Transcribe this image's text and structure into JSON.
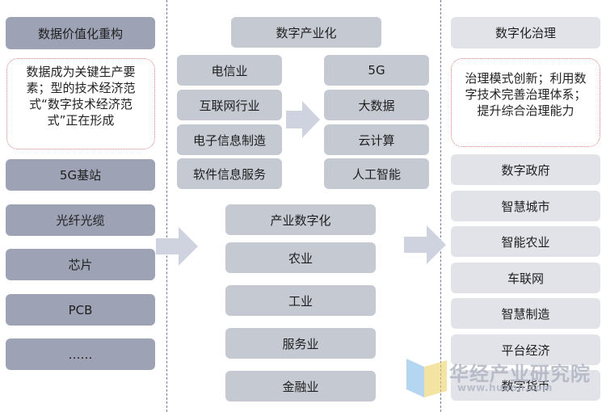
{
  "columns": {
    "left": {
      "title": "数据价值化重构",
      "note": "数据成为关键生产要素；型的技术经济范式“数字技术经济范式”正在形成",
      "items": [
        "5G基站",
        "光纤光缆",
        "芯片",
        "PCB",
        "……"
      ]
    },
    "middle": {
      "title": "数字产业化",
      "industries": [
        "电信业",
        "互联网行业",
        "电子信息制造",
        "软件信息服务"
      ],
      "technologies": [
        "5G",
        "大数据",
        "云计算",
        "人工智能"
      ],
      "sub_title": "产业数字化",
      "sectors": [
        "农业",
        "工业",
        "服务业",
        "金融业"
      ]
    },
    "right": {
      "title": "数字化治理",
      "note": "治理模式创新；利用数字技术完善治理体系；提升综合治理能力",
      "items": [
        "数字政府",
        "智慧城市",
        "智能农业",
        "车联网",
        "智慧制造",
        "平台经济",
        "数字货币"
      ]
    }
  },
  "watermark": {
    "title": "华经产业研究院",
    "url": "www.huaon.com"
  },
  "colors": {
    "dark_box": "#9da3b5",
    "mid_box": "#c5c9d2",
    "light_box": "#e1e3e8",
    "note_border": "#d47c80",
    "divider": "#7080a8",
    "arrow": "#ced3df"
  }
}
